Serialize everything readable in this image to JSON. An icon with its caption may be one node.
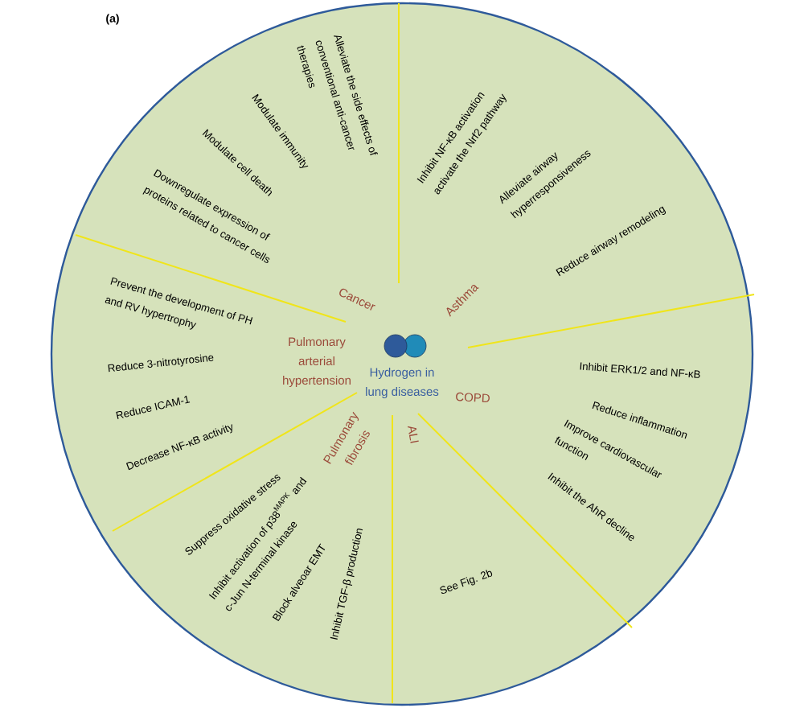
{
  "diagram": {
    "nodes": [
      {
        "text": [],
        "shape": "circle"
      },
      {
        "text": [
          "Hydrogen in lung diseases"
        ],
        "in": 0
      },
      {
        "text": [
          "Cancer",
          "Alleviate the side effects of conventional anti-cancer therapies",
          "Modulate immunity",
          "Modulate cell death",
          "Downregulate expression of proteins related to cancer cells"
        ],
        "in": 0
      },
      {
        "text": [
          "Asthma",
          "Inhibit NF-κB activation activate the Nrf2 pathway",
          "Alleviate airway hyperresponsiveness",
          "Reduce airway remodeling"
        ],
        "in": 0
      },
      {
        "text": [
          "COPD",
          "Inhibit ERK1/2 and NF-κB",
          "Reduce inflammation",
          "Improve cardiovascular function",
          "Inhibit the AhR decline"
        ],
        "in": 0
      },
      {
        "text": [
          "ALI",
          "See Fig. 2b"
        ],
        "in": 0
      },
      {
        "text": [
          "Pulmonary fibrosis",
          "Suppress oxidative stress",
          "Inhibit activation of p38$^{MAPK}$ and c-Jun N-terminal kinase",
          "Block alveoar EMT",
          "Inhibit TGF-β production"
        ],
        "in": 0
      },
      {
        "text": [
          "Pulmonary arterial hypertension",
          "Prevent the development of PH and RV hypertrophy",
          "Reduce 3-nitrotyrosine",
          "Reduce ICAM-1",
          "Decrease NF-κB activity"
        ],
        "in": 0
      }
    ],
    "labels": [
      "(a)"
    ]
  }
}
